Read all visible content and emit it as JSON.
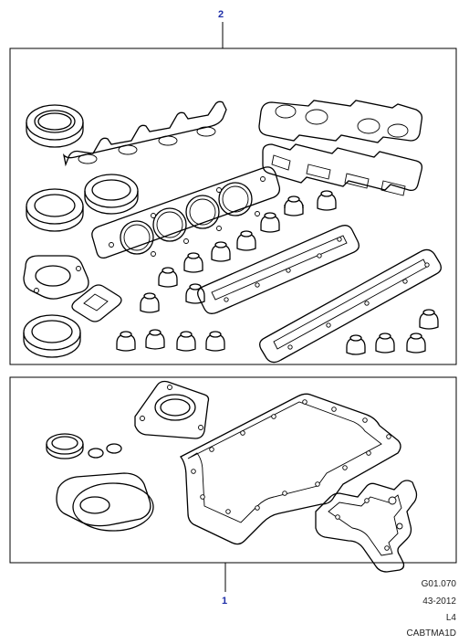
{
  "callouts": {
    "top": "2",
    "bottom": "1"
  },
  "meta": {
    "ref": "G01.070",
    "date": "43-2012",
    "engine": "L4",
    "code": "CABTMA1D"
  },
  "colors": {
    "callout": "#1f2fa8",
    "line": "#000000"
  }
}
